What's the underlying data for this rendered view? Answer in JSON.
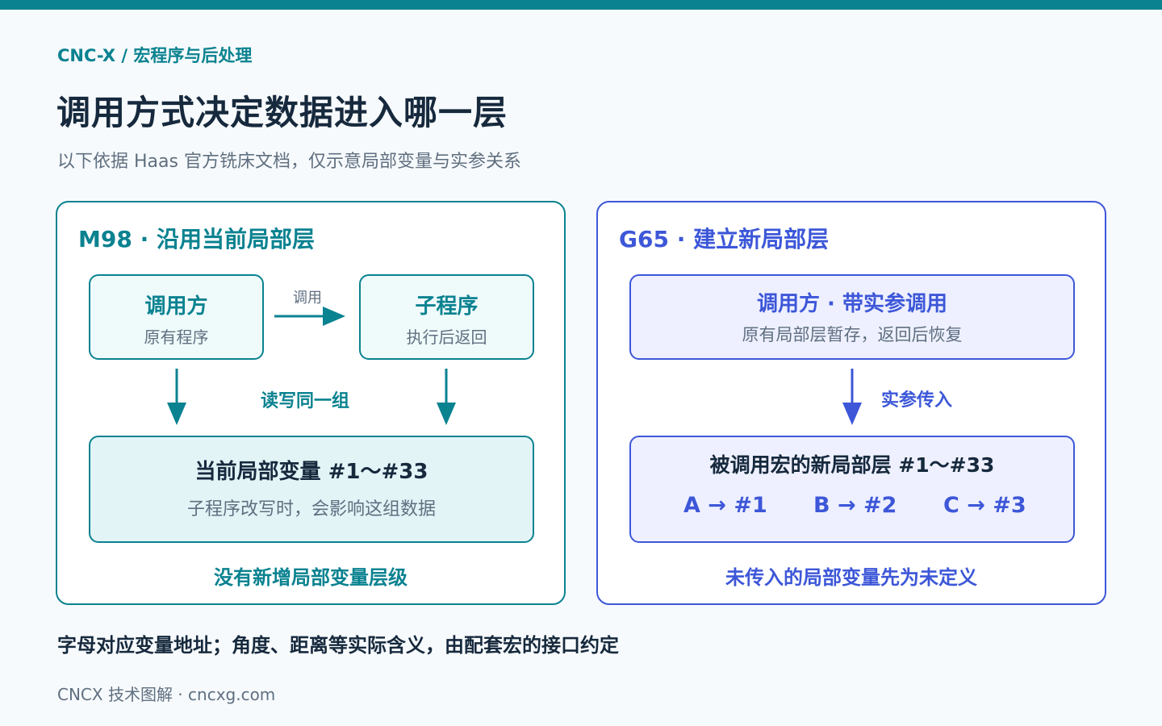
{
  "header": {
    "breadcrumb": "CNC-X / 宏程序与后处理",
    "title": "调用方式决定数据进入哪一层",
    "subtitle": "以下依据 Haas 官方铣床文档，仅示意局部变量与实参关系"
  },
  "m98": {
    "title": "M98 · 沿用当前局部层",
    "caller_title": "调用方",
    "caller_sub": "原有程序",
    "call_label": "调用",
    "sub_title": "子程序",
    "sub_sub": "执行后返回",
    "rw_label": "读写同一组",
    "vars_title": "当前局部变量 #1～#33",
    "vars_sub": "子程序改写时，会影响这组数据",
    "note": "没有新增局部变量层级"
  },
  "g65": {
    "title": "G65 · 建立新局部层",
    "caller_title": "调用方 · 带实参调用",
    "caller_sub": "原有局部层暂存，返回后恢复",
    "pass_label": "实参传入",
    "layer_title": "被调用宏的新局部层 #1～#33",
    "map_a": "A → #1",
    "map_b": "B → #2",
    "map_c": "C → #3",
    "note": "未传入的局部变量先为未定义"
  },
  "footnote": "字母对应变量地址；角度、距离等实际含义，由配套宏的接口约定",
  "footer": "CNCX 技术图解 · cncxg.com",
  "colors": {
    "teal": "#0a8290",
    "blue": "#3d57d8",
    "text": "#16293d",
    "muted": "#5f6f80"
  }
}
